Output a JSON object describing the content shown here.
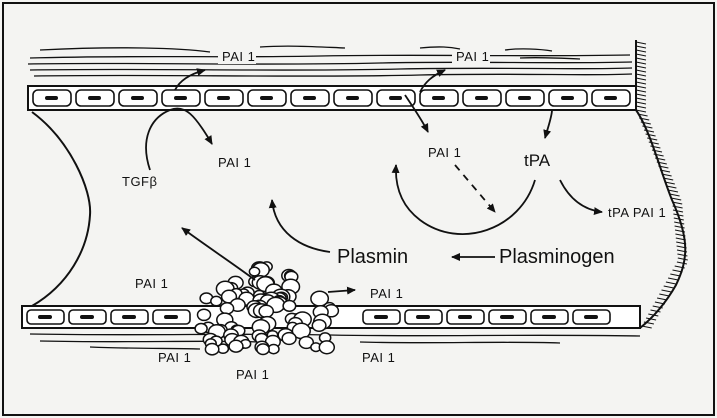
{
  "labels": {
    "pai1_top_left": "PAI 1",
    "pai1_top_right": "PAI 1",
    "pai1_upper_center": "PAI 1",
    "pai1_mid": "PAI 1",
    "tpa": "tPA",
    "tgfb": "TGFβ",
    "tpa_pai1": "tPA PAI 1",
    "plasmin": "Plasmin",
    "plasminogen": "Plasminogen",
    "pai1_left_clot": "PAI 1",
    "pai1_right_clot": "PAI 1",
    "pai1_bottom_1": "PAI 1",
    "pai1_bottom_2": "PAI 1",
    "pai1_bottom_3": "PAI 1"
  },
  "colors": {
    "ink": "#111111",
    "paper": "#f4f4f2",
    "cell_fill": "#ffffff"
  }
}
